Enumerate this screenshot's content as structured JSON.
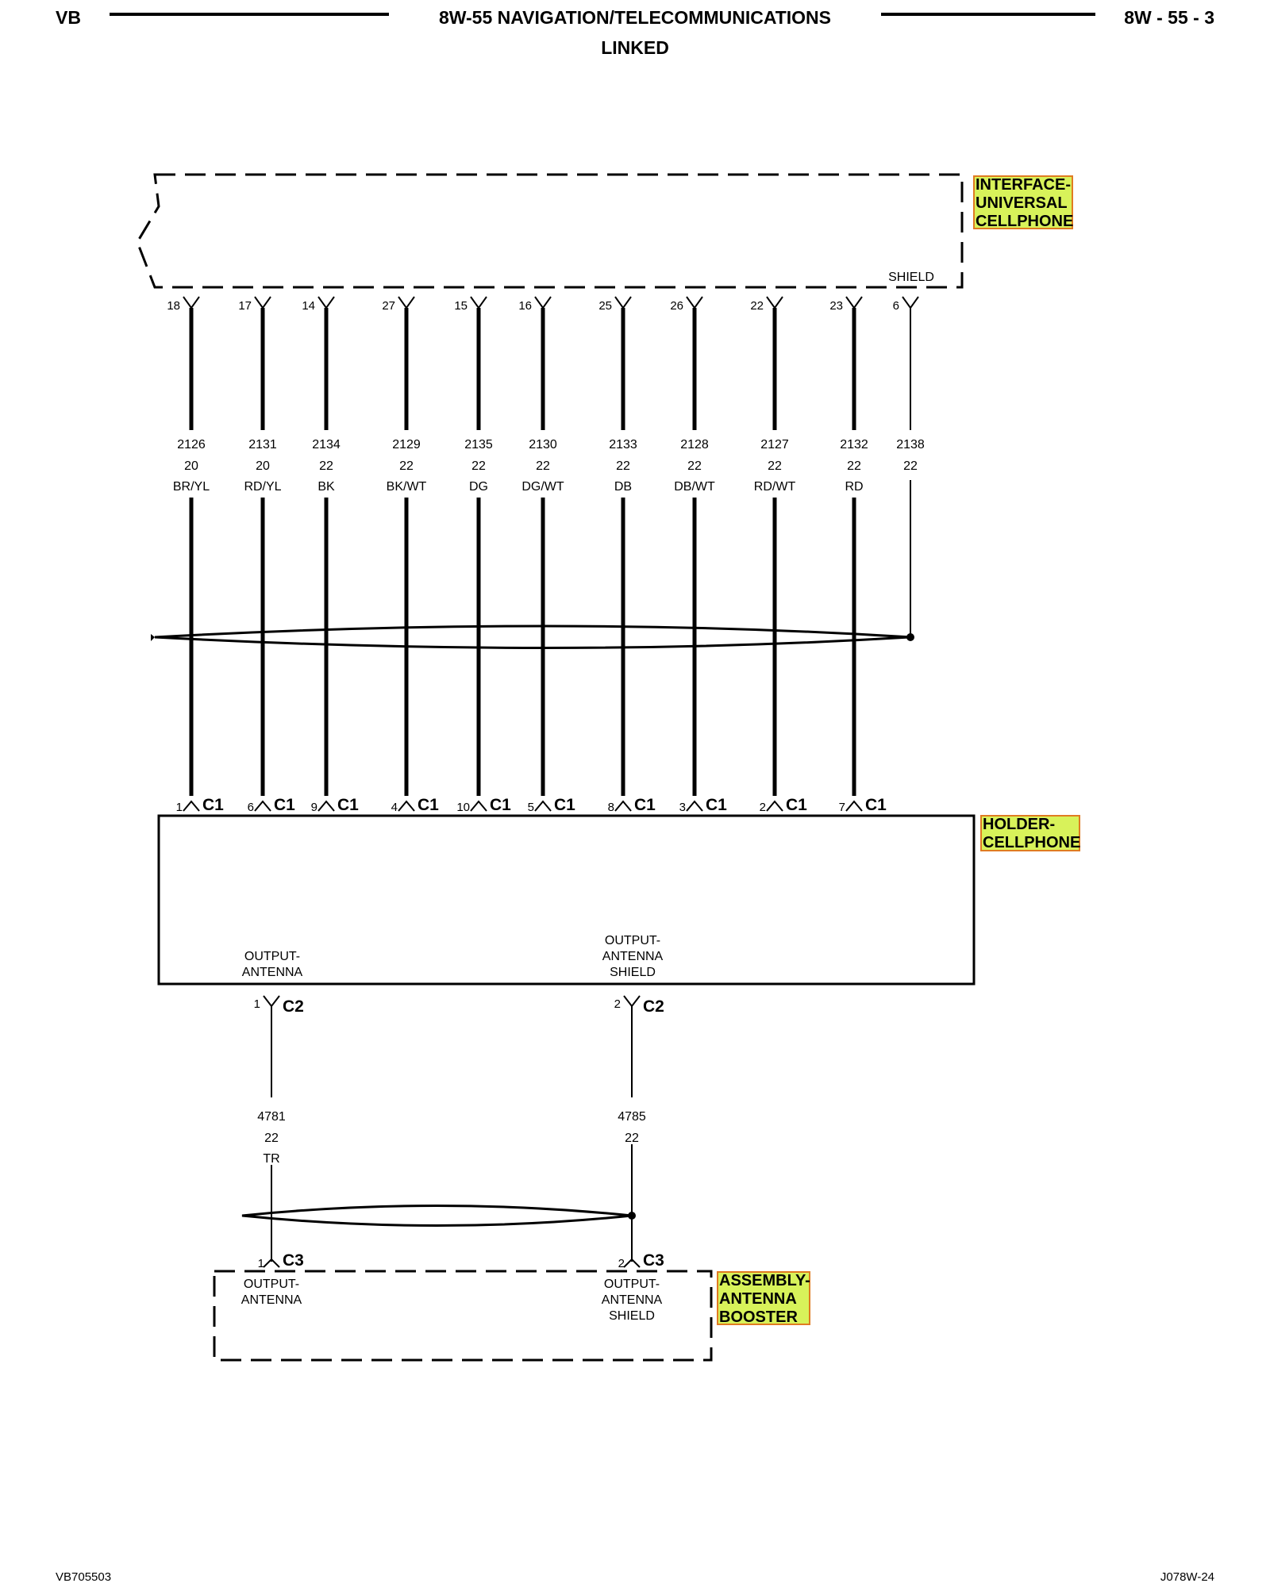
{
  "header": {
    "left": "VB",
    "title": "8W-55 NAVIGATION/TELECOMMUNICATIONS",
    "subtitle": "LINKED",
    "page": "8W - 55 - 3"
  },
  "components": {
    "interface": {
      "lines": [
        "INTERFACE-",
        "UNIVERSAL",
        "CELLPHONE"
      ],
      "shield_label": "SHIELD"
    },
    "holder": {
      "lines": [
        "HOLDER-",
        "CELLPHONE"
      ]
    },
    "booster": {
      "lines": [
        "ASSEMBLY-",
        "ANTENNA",
        "BOOSTER"
      ]
    }
  },
  "wires_top": [
    {
      "pin": "18",
      "circuit": "2126",
      "gauge": "20",
      "color": "BR/YL",
      "c1_pin": "1",
      "c1": "C1"
    },
    {
      "pin": "17",
      "circuit": "2131",
      "gauge": "20",
      "color": "RD/YL",
      "c1_pin": "6",
      "c1": "C1"
    },
    {
      "pin": "14",
      "circuit": "2134",
      "gauge": "22",
      "color": "BK",
      "c1_pin": "9",
      "c1": "C1"
    },
    {
      "pin": "27",
      "circuit": "2129",
      "gauge": "22",
      "color": "BK/WT",
      "c1_pin": "4",
      "c1": "C1"
    },
    {
      "pin": "15",
      "circuit": "2135",
      "gauge": "22",
      "color": "DG",
      "c1_pin": "10",
      "c1": "C1"
    },
    {
      "pin": "16",
      "circuit": "2130",
      "gauge": "22",
      "color": "DG/WT",
      "c1_pin": "5",
      "c1": "C1"
    },
    {
      "pin": "25",
      "circuit": "2133",
      "gauge": "22",
      "color": "DB",
      "c1_pin": "8",
      "c1": "C1"
    },
    {
      "pin": "26",
      "circuit": "2128",
      "gauge": "22",
      "color": "DB/WT",
      "c1_pin": "3",
      "c1": "C1"
    },
    {
      "pin": "22",
      "circuit": "2127",
      "gauge": "22",
      "color": "RD/WT",
      "c1_pin": "2",
      "c1": "C1"
    },
    {
      "pin": "23",
      "circuit": "2132",
      "gauge": "22",
      "color": "RD",
      "c1_pin": "7",
      "c1": "C1"
    }
  ],
  "shield_wire": {
    "pin": "6",
    "circuit": "2138",
    "gauge": "22"
  },
  "holder_outputs": {
    "antenna": {
      "lines": [
        "OUTPUT-",
        "ANTENNA"
      ],
      "pin": "1",
      "conn": "C2",
      "circuit": "4781",
      "gauge": "22",
      "color": "TR",
      "c3_pin": "1",
      "c3": "C3"
    },
    "shield": {
      "lines": [
        "OUTPUT-",
        "ANTENNA",
        "SHIELD"
      ],
      "pin": "2",
      "conn": "C2",
      "circuit": "4785",
      "gauge": "22",
      "c3_pin": "2",
      "c3": "C3"
    }
  },
  "booster_pins": {
    "antenna": {
      "lines": [
        "OUTPUT-",
        "ANTENNA"
      ]
    },
    "shield": {
      "lines": [
        "OUTPUT-",
        "ANTENNA",
        "SHIELD"
      ]
    }
  },
  "footer": {
    "left": "VB705503",
    "right": "J078W-24"
  }
}
